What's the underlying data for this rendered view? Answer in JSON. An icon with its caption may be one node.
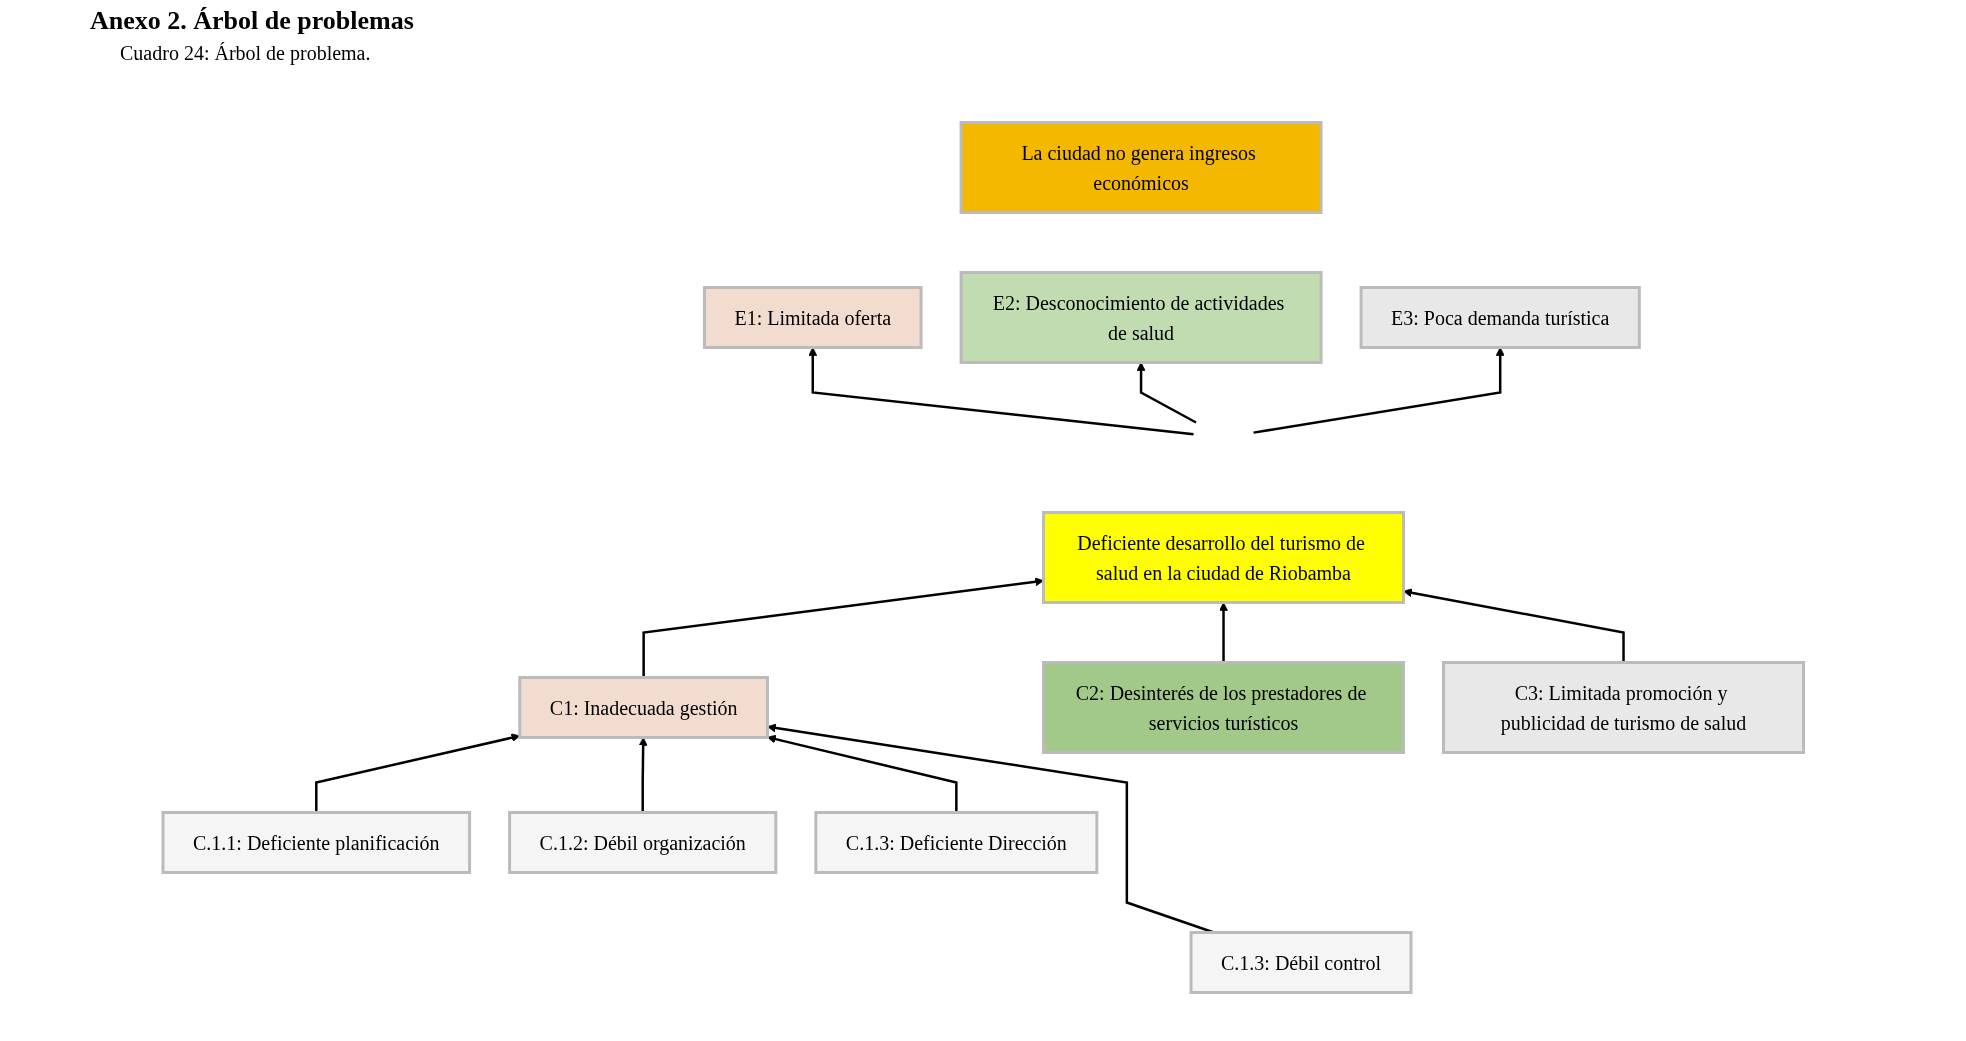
{
  "diagram": {
    "title": "Anexo 2. Árbol de problemas",
    "caption": "Cuadro 24: Árbol de problema.",
    "nodes": [
      {
        "text": [
          "La ciudad no genera ingresos económicos"
        ]
      },
      {
        "text": [
          "E1: Limitada oferta"
        ]
      },
      {
        "text": [
          "E2: Desconocimiento de actividades de salud"
        ]
      },
      {
        "text": [
          "E3: Poca demanda turística"
        ]
      },
      {
        "text": [
          "Deficiente desarrollo del turismo de salud en la ciudad de Riobamba"
        ]
      },
      {
        "text": [
          "C1: Inadecuada gestión"
        ]
      },
      {
        "text": [
          "C2: Desinterés de los prestadores de servicios turísticos"
        ]
      },
      {
        "text": [
          "C3: Limitada promoción y publicidad de turismo de salud"
        ]
      },
      {
        "text": [
          "C.1.1: Deficiente planificación"
        ]
      },
      {
        "text": [
          "C.1.2: Débil organización"
        ]
      },
      {
        "text": [
          "C.1.3: Deficiente Dirección"
        ]
      },
      {
        "text": [
          "C.1.3: Débil control"
        ]
      }
    ],
    "edges": [
      {
        "from": null,
        "to": 1,
        "arrow": "to"
      },
      {
        "from": null,
        "to": 2,
        "arrow": "to"
      },
      {
        "from": null,
        "to": 3,
        "arrow": "to"
      },
      {
        "from": 5,
        "to": 4,
        "arrow": "to"
      },
      {
        "from": 6,
        "to": 4,
        "arrow": "to"
      },
      {
        "from": 7,
        "to": 4,
        "arrow": "to"
      },
      {
        "from": 8,
        "to": 5,
        "arrow": "to"
      },
      {
        "from": 9,
        "to": 5,
        "arrow": "to"
      },
      {
        "from": 10,
        "to": 5,
        "arrow": "to"
      },
      {
        "from": 11,
        "to": 5,
        "arrow": "to"
      }
    ]
  }
}
